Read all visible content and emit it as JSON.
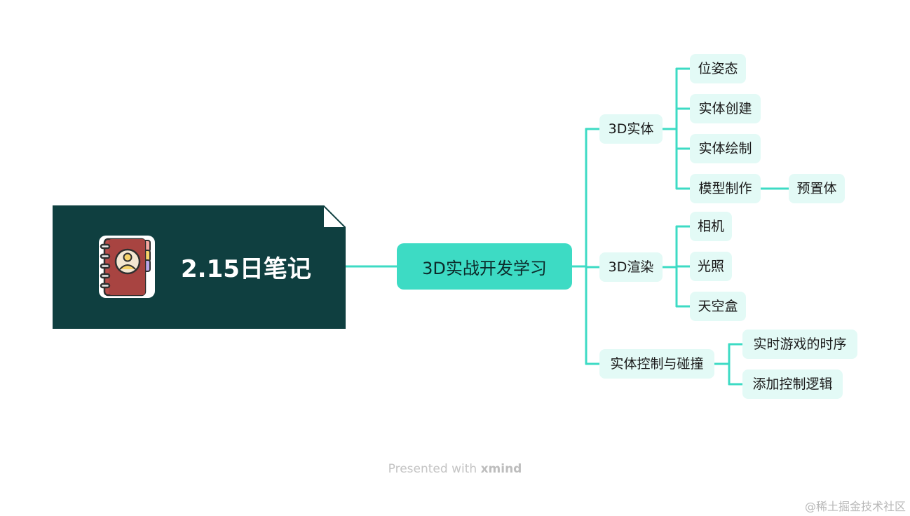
{
  "root": {
    "title": "2.15日笔记",
    "icon": "notebook-contact-icon"
  },
  "main_topic": "3D实战开发学习",
  "branches": [
    {
      "label": "3D实体",
      "children": [
        {
          "label": "位姿态",
          "children": []
        },
        {
          "label": "实体创建",
          "children": []
        },
        {
          "label": "实体绘制",
          "children": []
        },
        {
          "label": "模型制作",
          "children": [
            {
              "label": "预置体"
            }
          ]
        }
      ]
    },
    {
      "label": "3D渲染",
      "children": [
        {
          "label": "相机",
          "children": []
        },
        {
          "label": "光照",
          "children": []
        },
        {
          "label": "天空盒",
          "children": []
        }
      ]
    },
    {
      "label": "实体控制与碰撞",
      "children": [
        {
          "label": "实时游戏的时序",
          "children": []
        },
        {
          "label": "添加控制逻辑",
          "children": []
        }
      ]
    }
  ],
  "footer": {
    "prefix": "Presented with",
    "brand": "xmind"
  },
  "watermark": "@稀土掘金技术社区",
  "colors": {
    "line": "#3ddbc4",
    "root_bg": "#0f3f40",
    "node_bg": "#e3faf6",
    "main_bg": "#3ddbc4"
  }
}
